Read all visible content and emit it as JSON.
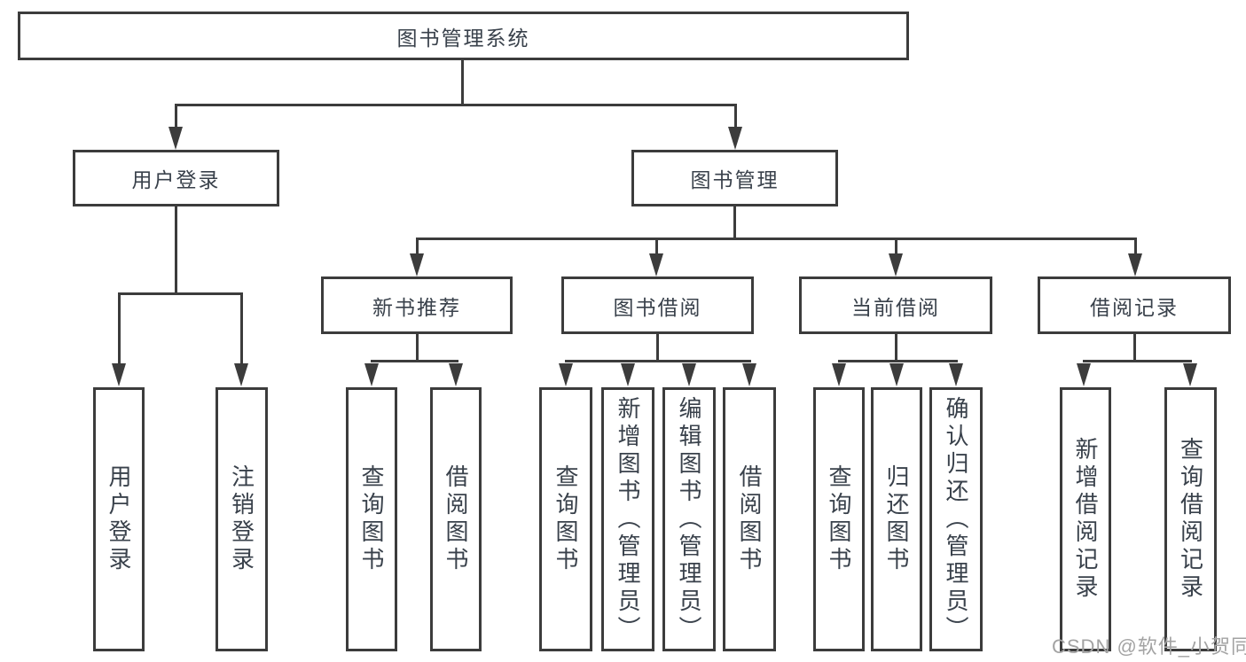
{
  "diagram": {
    "title": "图书管理系统",
    "watermark": "CSDN @软件_小贺同学",
    "colors": {
      "line": "#3c3c3c",
      "box_border": "#3c3c3c",
      "text": "#39414b",
      "background": "#ffffff",
      "watermark": "#a3a3a3"
    },
    "nodes": {
      "root": {
        "label": "图书管理系统"
      },
      "user_login": {
        "label": "用户登录"
      },
      "book_mgmt": {
        "label": "图书管理"
      },
      "new_book_rec": {
        "label": "新书推荐"
      },
      "book_borrow": {
        "label": "图书借阅"
      },
      "current_borrow": {
        "label": "当前借阅"
      },
      "borrow_records": {
        "label": "借阅记录"
      },
      "leaf_user_login": {
        "label": "用户登录"
      },
      "leaf_logout": {
        "label": "注销登录"
      },
      "leaf_query_books_rec": {
        "label": "查询图书"
      },
      "leaf_borrow_books_rec": {
        "label": "借阅图书"
      },
      "leaf_query_books_borrow": {
        "label": "查询图书"
      },
      "leaf_add_books": {
        "label": "新增图书（管理员）"
      },
      "leaf_edit_books": {
        "label": "编辑图书（管理员）"
      },
      "leaf_borrow_books": {
        "label": "借阅图书"
      },
      "leaf_query_books_current": {
        "label": "查询图书"
      },
      "leaf_return_books": {
        "label": "归还图书"
      },
      "leaf_confirm_return": {
        "label": "确认归还（管理员）"
      },
      "leaf_add_borrow_record": {
        "label": "新增借阅记录"
      },
      "leaf_query_borrow_record": {
        "label": "查询借阅记录"
      }
    },
    "hierarchy": {
      "root": [
        "user_login",
        "book_mgmt"
      ],
      "user_login": [
        "leaf_user_login",
        "leaf_logout"
      ],
      "book_mgmt": [
        "new_book_rec",
        "book_borrow",
        "current_borrow",
        "borrow_records"
      ],
      "new_book_rec": [
        "leaf_query_books_rec",
        "leaf_borrow_books_rec"
      ],
      "book_borrow": [
        "leaf_query_books_borrow",
        "leaf_add_books",
        "leaf_edit_books",
        "leaf_borrow_books"
      ],
      "current_borrow": [
        "leaf_query_books_current",
        "leaf_return_books",
        "leaf_confirm_return"
      ],
      "borrow_records": [
        "leaf_add_borrow_record",
        "leaf_query_borrow_record"
      ]
    }
  }
}
